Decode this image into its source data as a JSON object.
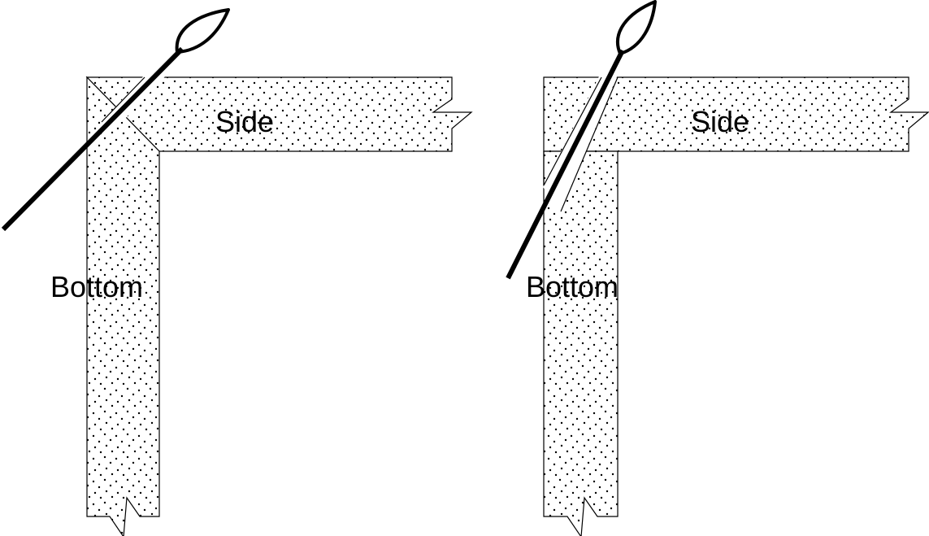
{
  "colors": {
    "stroke": "#000000",
    "fill": "#ffffff",
    "stipple": "#000000"
  },
  "panels": [
    {
      "side_label": "Side",
      "bottom_label": "Bottom"
    },
    {
      "side_label": "Side",
      "bottom_label": "Bottom"
    }
  ]
}
